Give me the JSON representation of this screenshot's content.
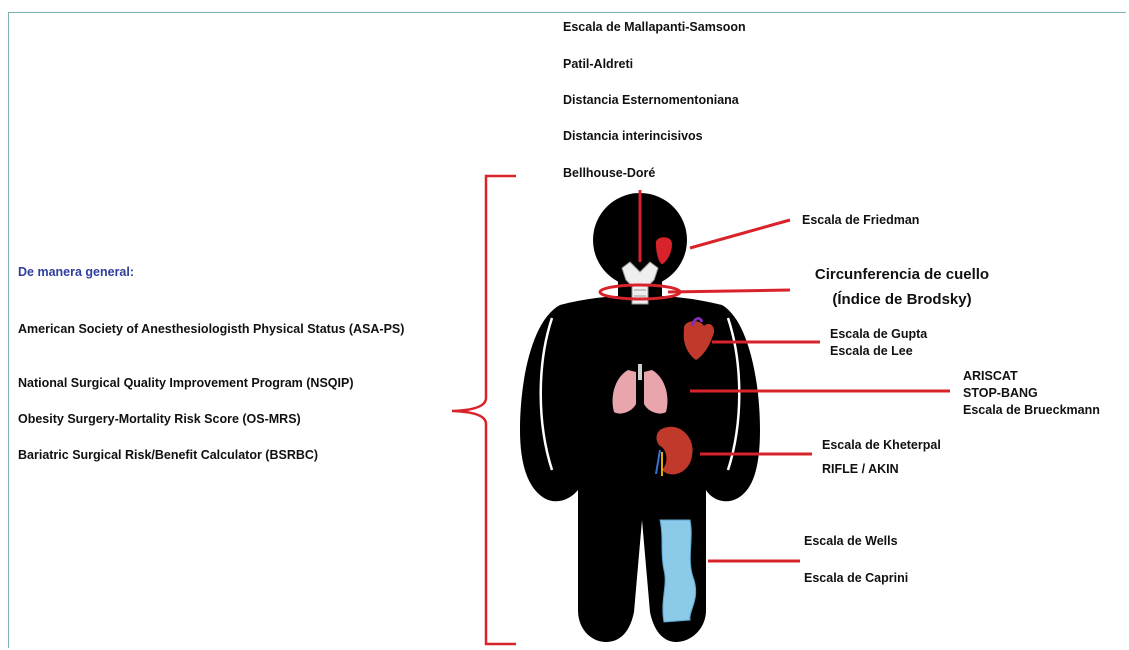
{
  "general": {
    "heading": "De manera general:",
    "items": [
      "American Society of Anesthesiologisth Physical Status (ASA-PS)",
      "National Surgical Quality Improvement Program (NSQIP)",
      "Obesity Surgery-Mortality Risk Score (OS-MRS)",
      "Bariatric Surgical Risk/Benefit Calculator (BSRBC)"
    ]
  },
  "airway": [
    "Escala de Mallapanti-Samsoon",
    "Patil-Aldreti",
    "Distancia Esternomentoniana",
    "Distancia interincisivos",
    "Bellhouse-Doré"
  ],
  "right": {
    "friedman": "Escala de  Friedman",
    "neck_1": "Circunferencia de cuello",
    "neck_2": "(Índice de Brodsky)",
    "heart_1": "Escala de Gupta",
    "heart_2": "Escala de Lee",
    "lung_1": "ARISCAT",
    "lung_2": "STOP-BANG",
    "lung_3": "Escala de Brueckmann",
    "kidney_1": "Escala de Kheterpal",
    "kidney_2": "RIFLE / AKIN",
    "leg_1": "Escala de Wells",
    "leg_2": "Escala de Caprini"
  },
  "colors": {
    "accent": "#d8232a",
    "body": "#000000",
    "heading_blue": "#2f3f9e",
    "vein": "#8ccbe8"
  }
}
